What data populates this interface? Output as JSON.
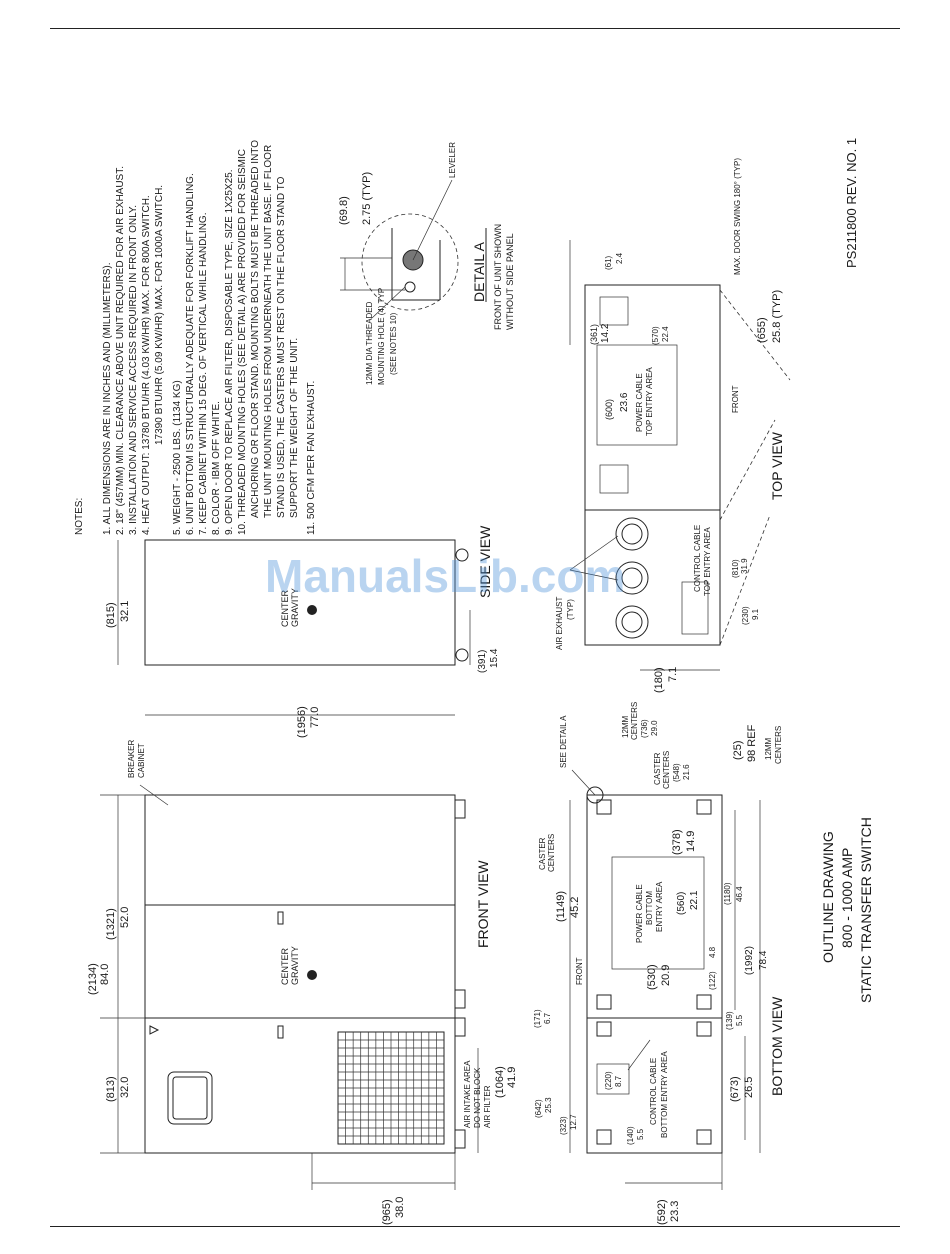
{
  "notes": {
    "heading": "NOTES:",
    "items": [
      "1. ALL DIMENSIONS ARE IN INCHES AND (MILLIMETERS).",
      "2. 18\" (457MM) MIN. CLEARANCE ABOVE UNIT REQUIRED FOR AIR EXHAUST.",
      "3. INSTALLATION AND SERVICE ACCESS REQUIRED IN FRONT ONLY.",
      "4. HEAT OUTPUT: 13780 BTU/HR (4.03 KW/HR) MAX. FOR 800A SWITCH.",
      "17390 BTU/HR (5.09 KW/HR) MAX. FOR 1000A SWITCH.",
      "5. WEIGHT - 2500 LBS. (1134 KG)",
      "6. UNIT BOTTOM IS STRUCTURALLY ADEQUATE FOR FORKLIFT HANDLING.",
      "7. KEEP CABINET WITHIN 15 DEG. OF VERTICAL WHILE HANDLING.",
      "8. COLOR - IBM OFF WHITE.",
      "9. OPEN DOOR TO REPLACE AIR FILTER, DISPOSABLE TYPE, SIZE 1X25X25.",
      "10. THREADED MOUNTING HOLES (SEE DETAIL A) ARE PROVIDED FOR SEISMIC",
      "ANCHORING OR FLOOR STAND. MOUNTING BOLTS MUST BE THREADED INTO",
      "THE UNIT MOUNTING HOLES FROM UNDERNEATH THE UNIT BASE. IF FLOOR",
      "STAND IS USED, THE CASTERS MUST REST ON THE FLOOR STAND TO",
      "SUPPORT THE WEIGHT OF THE UNIT.",
      "11. 500 CFM PER FAN EXHAUST."
    ]
  },
  "detail_a": {
    "dim_mm": "(69.8)",
    "dim_in": "2.75  (TYP)",
    "leveler": "LEVELER",
    "hole_1": "12MM DIA THREADED",
    "hole_2": "MOUNTING HOLE (4) TYP",
    "hole_3": "(SEE NOTES 10)",
    "title": "DETAIL A",
    "sub_1": "FRONT OF UNIT SHOWN",
    "sub_2": "WITHOUT SIDE PANEL"
  },
  "revision": "PS211800 REV. NO. 1",
  "front_view": {
    "title": "FRONT VIEW",
    "breaker_1": "BREAKER",
    "breaker_2": "CABINET",
    "cg_1": "CENTER",
    "cg_2": "GRAVITY",
    "intake_1": "AIR INTAKE AREA",
    "intake_2": "DO NOT BLOCK",
    "intake_3": "AIR FILTER",
    "d2134_mm": "(2134)",
    "d2134_in": "84.0",
    "d1321_mm": "(1321)",
    "d1321_in": "52.0",
    "d813_mm": "(813)",
    "d813_in": "32.0",
    "d1064_mm": "(1064)",
    "d1064_in": "41.9",
    "d965_mm": "(965)",
    "d965_in": "38.0"
  },
  "side_view": {
    "title": "SIDE VIEW",
    "cg_1": "CENTER",
    "cg_2": "GRAVITY",
    "d815_mm": "(815)",
    "d815_in": "32.1",
    "d1956_mm": "(1956)",
    "d1956_in": "77.0",
    "d391_mm": "(391)",
    "d391_in": "15.4"
  },
  "top_view": {
    "title": "TOP VIEW",
    "door_swing": "MAX. DOOR SWING 180° (TYP)",
    "power_1": "POWER CABLE",
    "power_2": "TOP ENTRY AREA",
    "control_1": "CONTROL CABLE",
    "control_2": "TOP ENTRY AREA",
    "exhaust_1": "AIR EXHAUST",
    "exhaust_2": "(TYP)",
    "front": "FRONT",
    "d61_mm": "(61)",
    "d61_in": "2.4",
    "d361_mm": "(361)",
    "d361_in": "14.2",
    "d570_mm": "(570)",
    "d570_in": "22.4",
    "d600_mm": "(600)",
    "d600_in": "23.6",
    "d655_mm": "(655)",
    "d655_in": "25.8  (TYP)",
    "d810_mm": "(810)",
    "d810_in": "31.9",
    "d230_mm": "(230)",
    "d230_in": "9.1",
    "d180_mm": "(180)",
    "d180_in": "7.1"
  },
  "bottom_view": {
    "title": "BOTTOM VIEW",
    "see_detail": "SEE DETAIL A",
    "power_1": "POWER CABLE",
    "power_2": "BOTTOM",
    "power_3": "ENTRY AREA",
    "control_1": "CONTROL CABLE",
    "control_2": "BOTTOM ENTRY AREA",
    "front": "FRONT",
    "caster_1": "CASTER",
    "caster_2": "CENTERS",
    "d736_1": "12MM",
    "d736_2": "CENTERS",
    "d736_mm": "(736)",
    "d736_in": "29.0",
    "d548_mm": "(548)",
    "d548_in": "21.6",
    "d25_mm": "(25)",
    "d25_in": "98  REF",
    "d25_note_1": "12MM",
    "d25_note_2": "CENTERS",
    "d1149_mm": "(1149)",
    "d1149_in": "45.2",
    "d378_mm": "(378)",
    "d378_in": "14.9",
    "d560_mm": "(560)",
    "d560_in": "22.1",
    "d530_mm": "(530)",
    "d530_in": "20.9",
    "d122_mm": "(122)",
    "d122_in": "4.8",
    "d1180_mm": "(1180)",
    "d1180_in": "46.4",
    "d1992_mm": "(1992)",
    "d1992_in": "78.4",
    "d139_mm": "(139)",
    "d139_in": "5.5",
    "d171_mm": "(171)",
    "d171_in": "6.7",
    "d673_mm": "(673)",
    "d673_in": "26.5",
    "d642_mm": "(642)",
    "d642_in": "25.3",
    "d323_mm": "(323)",
    "d323_in": "12.7",
    "d220_mm": "(220)",
    "d220_in": "8.7",
    "d140_mm": "(140)",
    "d140_in": "5.5",
    "d592_mm": "(592)",
    "d592_in": "23.3"
  },
  "title_block": {
    "line_1": "OUTLINE DRAWING",
    "line_2": "800 - 1000 AMP",
    "line_3": "STATIC TRANSFER SWITCH"
  },
  "watermark": "ManualsLib.com"
}
